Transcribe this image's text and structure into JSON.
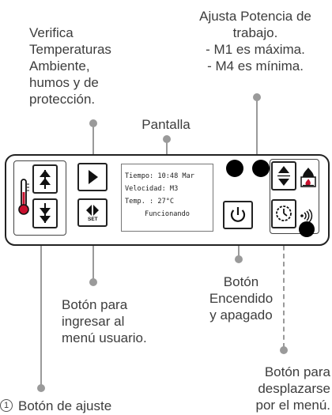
{
  "callouts": {
    "temperatures": "Verifica\nTemperaturas\nAmbiente,\nhumos y de\nprotección.",
    "power": "Ajusta Potencia de\ntrabajo.\n- M1 es máxima.\n- M4 es mínima.",
    "screen": "Pantalla",
    "menu_user": "Botón para\ningresar al\nmenú usuario.",
    "onoff": "Botón\nEncendido\ny apagado",
    "scroll": "Botón para\ndesplazarse\npor el menú.",
    "adjust_number": "1",
    "adjust": "Botón de ajuste"
  },
  "display": {
    "line1": "Tiempo: 10:48 Mar",
    "line2": "Velocidad: M3",
    "line3": "Temp. : 27°C",
    "line4": "Funcionando"
  },
  "buttons": {
    "set_label": "SET"
  }
}
